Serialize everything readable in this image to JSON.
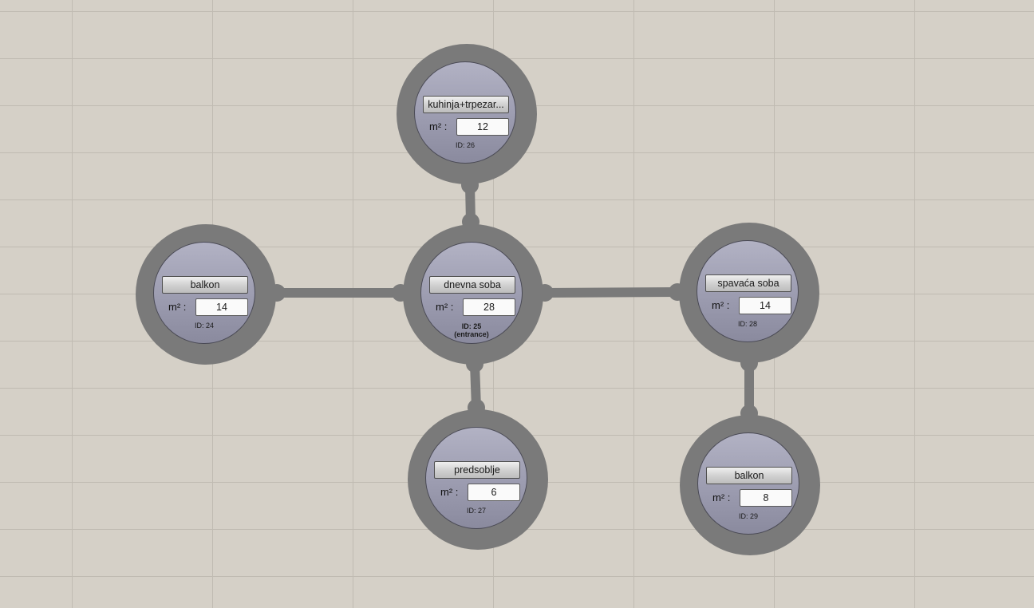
{
  "rooms": [
    {
      "name": "kuhinja+trpezar...",
      "area_label": "m² :",
      "area": "12",
      "id": "ID: 26"
    },
    {
      "name": "balkon",
      "area_label": "m² :",
      "area": "14",
      "id": "ID: 24"
    },
    {
      "name": "dnevna soba",
      "area_label": "m² :",
      "area": "28",
      "id": "ID: 25",
      "note": "(entrance)"
    },
    {
      "name": "spavaća soba",
      "area_label": "m² :",
      "area": "14",
      "id": "ID: 28"
    },
    {
      "name": "predsoblje",
      "area_label": "m² :",
      "area": "6",
      "id": "ID: 27"
    },
    {
      "name": "balkon",
      "area_label": "m² :",
      "area": "8",
      "id": "ID: 29"
    }
  ],
  "colors": {
    "background": "#d5d0c7",
    "grid_line": "#c0bbb2",
    "node_ring": "#7a7a7a",
    "connector": "#7a7a7a"
  }
}
